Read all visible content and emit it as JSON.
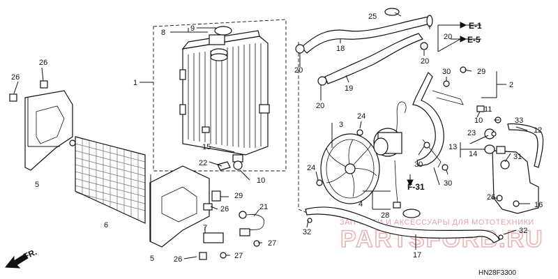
{
  "diagram_code": "HN28F3300",
  "watermark": {
    "line1": "ЗАПЧАСТИ И АКСЕССУАРЫ ДЛЯ МОТОТЕХНИКИ",
    "line2": "PARTSFORB.RU"
  },
  "direction_label": "FR.",
  "refs": {
    "e1": "E-1",
    "e5": "E-5",
    "f31": "F-31"
  },
  "callouts": {
    "c1": "1",
    "c2": "2",
    "c3": "3",
    "c4": "4",
    "c5a": "5",
    "c5b": "5",
    "c6": "6",
    "c7": "7",
    "c8": "8",
    "c9": "9",
    "c10a": "10",
    "c10b": "10",
    "c11": "11",
    "c12": "12",
    "c13": "13",
    "c14": "14",
    "c15": "15",
    "c16": "16",
    "c17": "17",
    "c18": "18",
    "c19": "19",
    "c20a": "20",
    "c20b": "20",
    "c20c": "20",
    "c20d": "20",
    "c21": "21",
    "c22": "22",
    "c23": "23",
    "c24a": "24",
    "c24b": "24",
    "c25": "25",
    "c26a": "26",
    "c26b": "26",
    "c26c": "26",
    "c26d": "26",
    "c26e": "26",
    "c27a": "27",
    "c27b": "27",
    "c28": "28",
    "c29a": "29",
    "c29b": "29",
    "c30a": "30",
    "c30b": "30",
    "c30c": "30",
    "c31": "31",
    "c32a": "32",
    "c32b": "32",
    "c33": "33"
  }
}
